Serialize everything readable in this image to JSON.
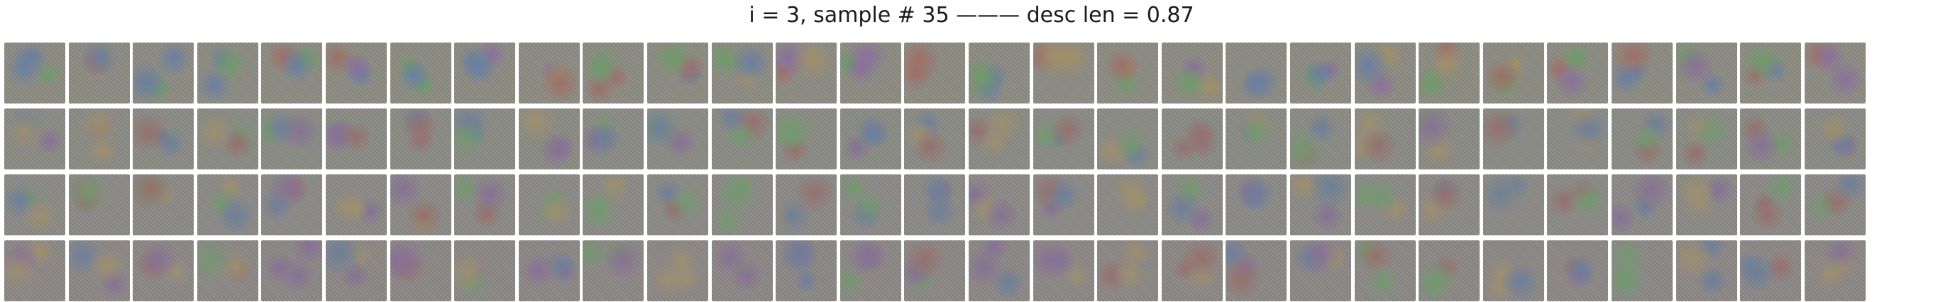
{
  "figure": {
    "title": "i = 3, sample # 35 ——— desc len = 0.87"
  },
  "grid": {
    "rows": 4,
    "cols": 29,
    "row_tints": [
      "#8d8c83",
      "#8a8b84",
      "#8b8a86",
      "#8d8886"
    ],
    "accent_colors": [
      "#6f9a6a",
      "#9b6f6a",
      "#6a7f9f",
      "#a08f6a",
      "#8a6f9a"
    ]
  }
}
